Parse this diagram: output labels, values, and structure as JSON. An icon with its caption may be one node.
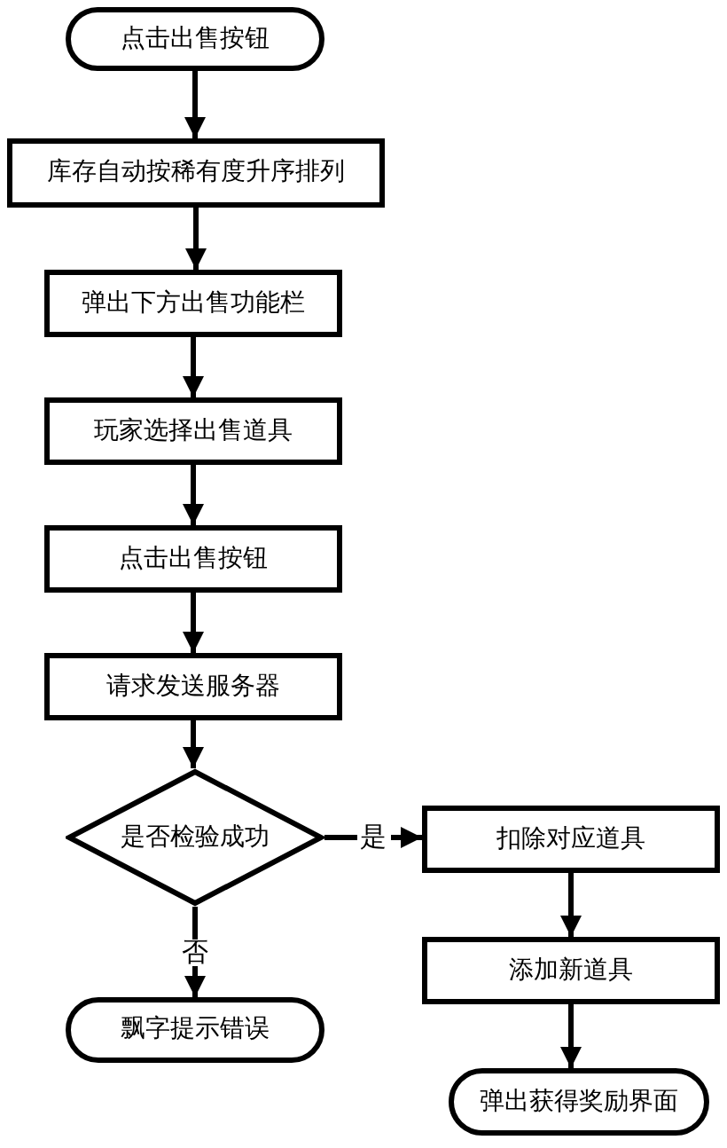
{
  "diagram": {
    "nodes": [
      {
        "text": [
          "点击出售按钮"
        ]
      },
      {
        "text": [
          "库存自动按稀有度升序排列"
        ]
      },
      {
        "text": [
          "弹出下方出售功能栏"
        ]
      },
      {
        "text": [
          "玩家选择出售道具"
        ]
      },
      {
        "text": [
          "点击出售按钮"
        ]
      },
      {
        "text": [
          "请求发送服务器"
        ]
      },
      {
        "text": [
          "是否检验成功"
        ]
      },
      {
        "text": [
          "扣除对应道具"
        ]
      },
      {
        "text": [
          "添加新道具"
        ]
      },
      {
        "text": [
          "弹出获得奖励界面"
        ]
      },
      {
        "text": [
          "飘字提示错误"
        ]
      }
    ],
    "edges": [
      {
        "from": 0,
        "to": 1,
        "arrow": "to"
      },
      {
        "from": 1,
        "to": 2,
        "arrow": "to"
      },
      {
        "from": 2,
        "to": 3,
        "arrow": "to"
      },
      {
        "from": 3,
        "to": 4,
        "arrow": "to"
      },
      {
        "from": 4,
        "to": 5,
        "arrow": "to"
      },
      {
        "from": 5,
        "to": 6,
        "arrow": "to"
      },
      {
        "from": 6,
        "to": 7,
        "arrow": "to",
        "label": "是"
      },
      {
        "from": 7,
        "to": 8,
        "arrow": "to"
      },
      {
        "from": 8,
        "to": 9,
        "arrow": "to"
      },
      {
        "from": 6,
        "to": 10,
        "arrow": "to",
        "label": "否"
      }
    ]
  }
}
